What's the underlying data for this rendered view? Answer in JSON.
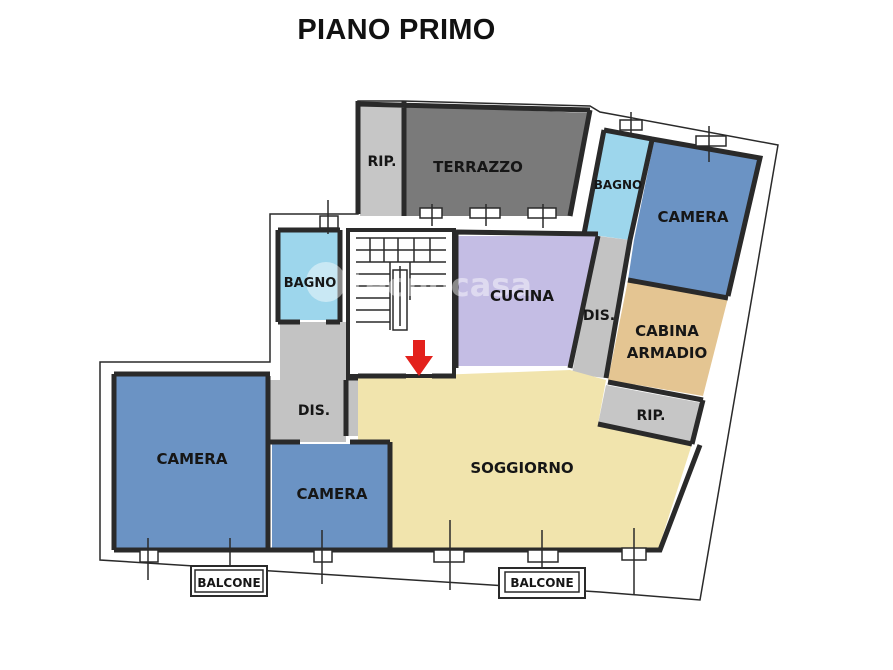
{
  "title": "PIANO PRIMO",
  "watermark": "tecnocasa",
  "colors": {
    "camera": "#6b93c4",
    "bagno": "#9dd6ec",
    "cucina": "#c4bde4",
    "soggiorno": "#f1e4ad",
    "terrazzo": "#7a7a7a",
    "ripostiglio": "#c6c6c6",
    "disimpegno": "#c3c3c3",
    "cabina_armadio": "#e4c592",
    "entrance_arrow": "#e3211c",
    "walls": "#2a2a2a"
  },
  "rooms": [
    {
      "id": "terrazzo",
      "label": "TERRAZZO"
    },
    {
      "id": "rip-top",
      "label": "RIP."
    },
    {
      "id": "bagno-left",
      "label": "BAGNO"
    },
    {
      "id": "bagno-right",
      "label": "BAGNO"
    },
    {
      "id": "camera-top-right",
      "label": "CAMERA"
    },
    {
      "id": "cucina",
      "label": "CUCINA"
    },
    {
      "id": "dis-right",
      "label": "DIS."
    },
    {
      "id": "cabina-armadio",
      "label_line1": "CABINA",
      "label_line2": "ARMADIO"
    },
    {
      "id": "rip-right",
      "label": "RIP."
    },
    {
      "id": "dis-left",
      "label": "DIS."
    },
    {
      "id": "camera-left",
      "label": "CAMERA"
    },
    {
      "id": "camera-middle",
      "label": "CAMERA"
    },
    {
      "id": "soggiorno",
      "label": "SOGGIORNO"
    }
  ],
  "balconies": [
    {
      "id": "balcone-left",
      "label": "BALCONE"
    },
    {
      "id": "balcone-right",
      "label": "BALCONE"
    }
  ]
}
